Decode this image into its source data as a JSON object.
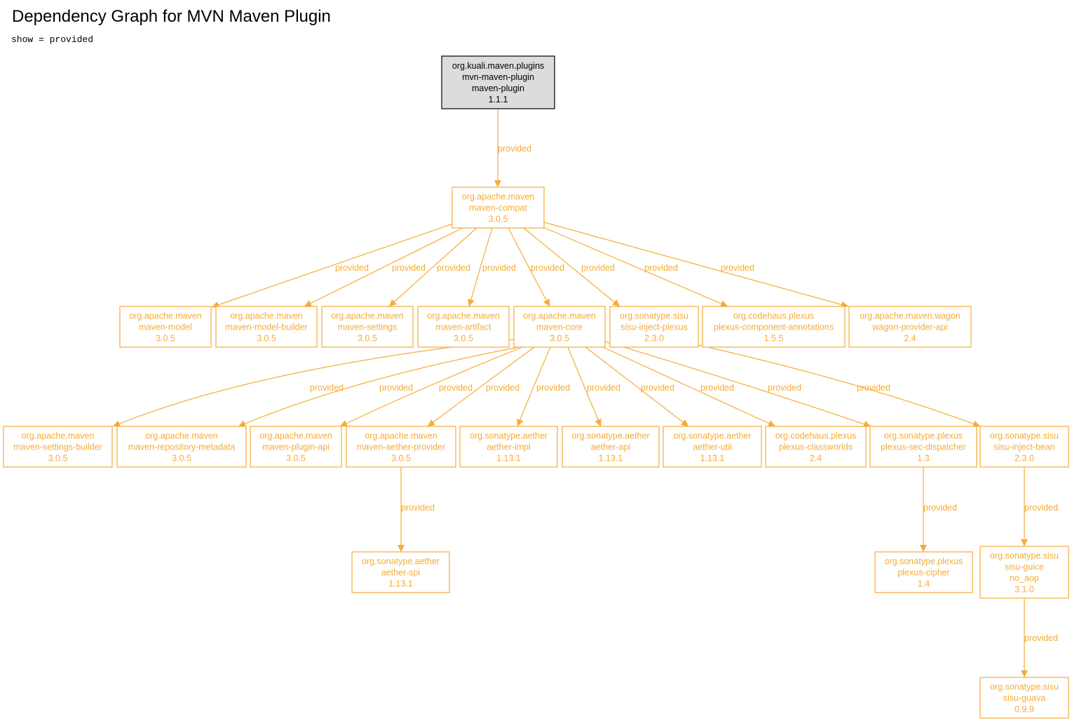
{
  "header": {
    "title": "Dependency Graph for MVN Maven Plugin",
    "subtitle": "show = provided"
  },
  "colors": {
    "accent": "#f5ac35",
    "root_fill": "#dcdcdc",
    "root_stroke": "#000000",
    "root_text": "#000000"
  },
  "graph": {
    "nodes": [
      {
        "id": "root",
        "root": true,
        "lines": [
          "org.kuali.maven.plugins",
          "mvn-maven-plugin",
          "maven-plugin",
          "1.1.1"
        ]
      },
      {
        "id": "compat",
        "lines": [
          "org.apache.maven",
          "maven-compat",
          "3.0.5"
        ]
      },
      {
        "id": "model",
        "lines": [
          "org.apache.maven",
          "maven-model",
          "3.0.5"
        ]
      },
      {
        "id": "modelbuilder",
        "lines": [
          "org.apache.maven",
          "maven-model-builder",
          "3.0.5"
        ]
      },
      {
        "id": "settings",
        "lines": [
          "org.apache.maven",
          "maven-settings",
          "3.0.5"
        ]
      },
      {
        "id": "artifact",
        "lines": [
          "org.apache.maven",
          "maven-artifact",
          "3.0.5"
        ]
      },
      {
        "id": "core",
        "lines": [
          "org.apache.maven",
          "maven-core",
          "3.0.5"
        ]
      },
      {
        "id": "injectplexus",
        "lines": [
          "org.sonatype.sisu",
          "sisu-inject-plexus",
          "2.3.0"
        ]
      },
      {
        "id": "annotations",
        "lines": [
          "org.codehaus.plexus",
          "plexus-component-annotations",
          "1.5.5"
        ]
      },
      {
        "id": "wagon",
        "lines": [
          "org.apache.maven.wagon",
          "wagon-provider-api",
          "2.4"
        ]
      },
      {
        "id": "settingsbuilder",
        "lines": [
          "org.apache.maven",
          "maven-settings-builder",
          "3.0.5"
        ]
      },
      {
        "id": "repometa",
        "lines": [
          "org.apache.maven",
          "maven-repository-metadata",
          "3.0.5"
        ]
      },
      {
        "id": "pluginapi",
        "lines": [
          "org.apache.maven",
          "maven-plugin-api",
          "3.0.5"
        ]
      },
      {
        "id": "aetherprovider",
        "lines": [
          "org.apache.maven",
          "maven-aether-provider",
          "3.0.5"
        ]
      },
      {
        "id": "aetherimpl",
        "lines": [
          "org.sonatype.aether",
          "aether-impl",
          "1.13.1"
        ]
      },
      {
        "id": "aetherapi",
        "lines": [
          "org.sonatype.aether",
          "aether-api",
          "1.13.1"
        ]
      },
      {
        "id": "aetherutil",
        "lines": [
          "org.sonatype.aether",
          "aether-util",
          "1.13.1"
        ]
      },
      {
        "id": "classworlds",
        "lines": [
          "org.codehaus.plexus",
          "plexus-classworlds",
          "2.4"
        ]
      },
      {
        "id": "secdispatcher",
        "lines": [
          "org.sonatype.plexus",
          "plexus-sec-dispatcher",
          "1.3"
        ]
      },
      {
        "id": "injectbean",
        "lines": [
          "org.sonatype.sisu",
          "sisu-inject-bean",
          "2.3.0"
        ]
      },
      {
        "id": "aetherspi",
        "lines": [
          "org.sonatype.aether",
          "aether-spi",
          "1.13.1"
        ]
      },
      {
        "id": "cipher",
        "lines": [
          "org.sonatype.plexus",
          "plexus-cipher",
          "1.4"
        ]
      },
      {
        "id": "guice",
        "lines": [
          "org.sonatype.sisu",
          "sisu-guice",
          "no_aop",
          "3.1.0"
        ]
      },
      {
        "id": "guava",
        "lines": [
          "org.sonatype.sisu",
          "sisu-guava",
          "0.9.9"
        ]
      }
    ],
    "edges": [
      {
        "from": "root",
        "to": "compat",
        "label": "provided"
      },
      {
        "from": "compat",
        "to": "model",
        "label": "provided"
      },
      {
        "from": "compat",
        "to": "modelbuilder",
        "label": "provided"
      },
      {
        "from": "compat",
        "to": "settings",
        "label": "provided"
      },
      {
        "from": "compat",
        "to": "artifact",
        "label": "provided"
      },
      {
        "from": "compat",
        "to": "core",
        "label": "provided"
      },
      {
        "from": "compat",
        "to": "injectplexus",
        "label": "provided"
      },
      {
        "from": "compat",
        "to": "annotations",
        "label": "provided"
      },
      {
        "from": "compat",
        "to": "wagon",
        "label": "provided"
      },
      {
        "from": "core",
        "to": "settingsbuilder",
        "label": "provided"
      },
      {
        "from": "core",
        "to": "repometa",
        "label": "provided"
      },
      {
        "from": "core",
        "to": "pluginapi",
        "label": "provided"
      },
      {
        "from": "core",
        "to": "aetherprovider",
        "label": "provided"
      },
      {
        "from": "core",
        "to": "aetherimpl",
        "label": "provided"
      },
      {
        "from": "core",
        "to": "aetherapi",
        "label": "provided"
      },
      {
        "from": "core",
        "to": "aetherutil",
        "label": "provided"
      },
      {
        "from": "core",
        "to": "classworlds",
        "label": "provided"
      },
      {
        "from": "core",
        "to": "secdispatcher",
        "label": "provided"
      },
      {
        "from": "injectplexus",
        "to": "injectbean",
        "label": "provided"
      },
      {
        "from": "aetherprovider",
        "to": "aetherspi",
        "label": "provided"
      },
      {
        "from": "secdispatcher",
        "to": "cipher",
        "label": "provided"
      },
      {
        "from": "injectbean",
        "to": "guice",
        "label": "provided"
      },
      {
        "from": "guice",
        "to": "guava",
        "label": "provided"
      }
    ]
  }
}
